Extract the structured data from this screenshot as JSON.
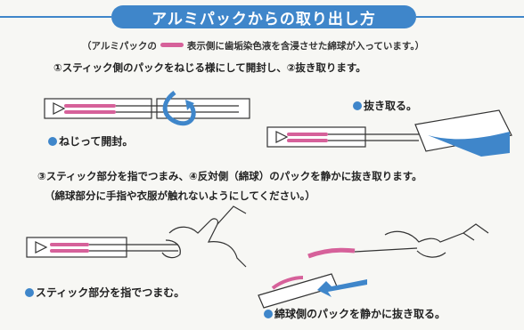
{
  "title": "アルミパックからの取り出し方",
  "note": {
    "prefix": "（アルミパックの",
    "suffix": "表示側に歯垢染色液を含浸させた綿球が入っています。）"
  },
  "step1": "①スティック側のパックをねじる様にして開封し、②抜き取ります。",
  "caption_twist": "ねじって開封。",
  "caption_pull": "抜き取る。",
  "step3": "③スティック部分を指でつまみ、④反対側（綿球）のパックを静かに抜き取ります。",
  "step3_note": "（綿球部分に手指や衣服が触れないようにしてください。）",
  "caption_pinch": "スティック部分を指でつまむ。",
  "caption_remove": "綿球側のパックを静かに抜き取る。",
  "colors": {
    "accent": "#3f86ca",
    "swab": "#d6619a"
  }
}
